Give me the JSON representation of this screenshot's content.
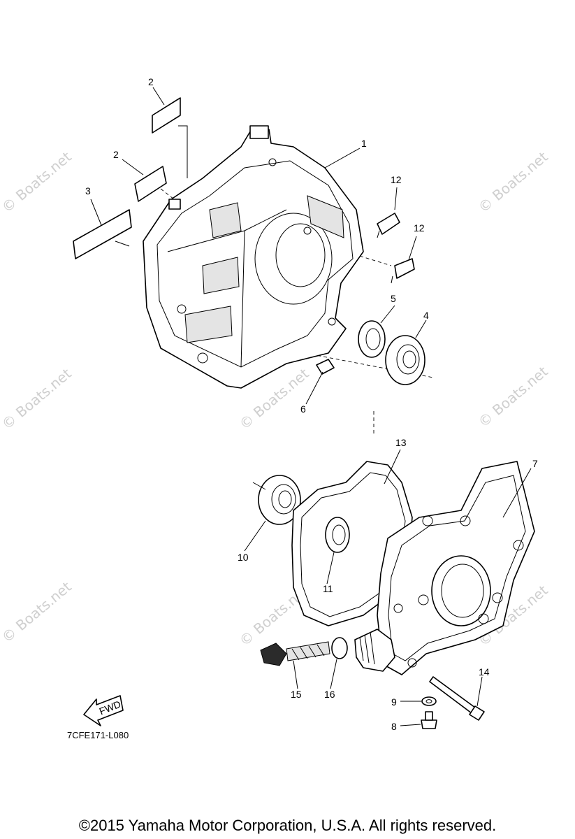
{
  "watermark_text": "© Boats.net",
  "diagram_code": "7CFE171-L080",
  "copyright": "©2015 Yamaha Motor Corporation, U.S.A. All rights reserved.",
  "fwd_label": "FWD",
  "part_labels": {
    "p1": "1",
    "p2a": "2",
    "p2b": "2",
    "p3": "3",
    "p4": "4",
    "p5": "5",
    "p6": "6",
    "p7": "7",
    "p8": "8",
    "p9": "9",
    "p10": "10",
    "p11": "11",
    "p12a": "12",
    "p12b": "12",
    "p13": "13",
    "p14": "14",
    "p15": "15",
    "p16": "16"
  }
}
